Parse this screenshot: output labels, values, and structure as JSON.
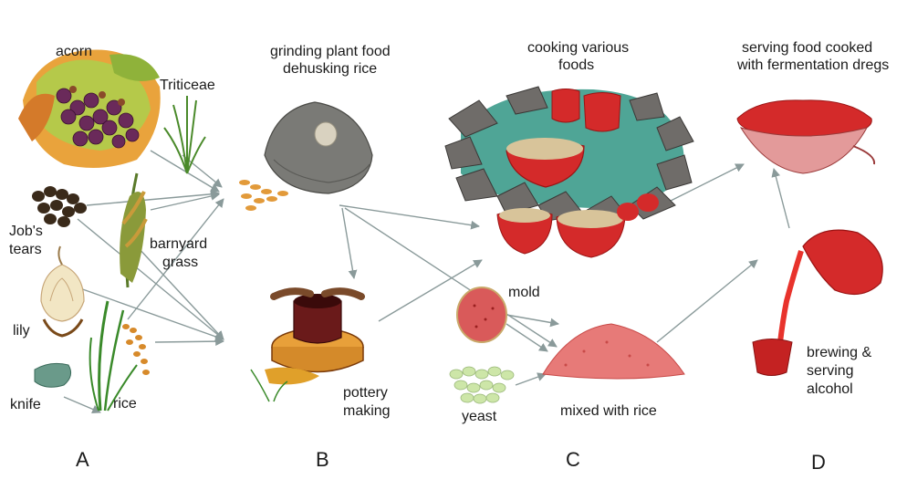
{
  "labels": {
    "acorn": "acorn",
    "triticeae": "Triticeae",
    "jobs_tears_line1": "Job's",
    "jobs_tears_line2": "tears",
    "barnyard_line1": "barnyard",
    "barnyard_line2": "grass",
    "lily": "lily",
    "knife": "knife",
    "rice": "rice",
    "grinding_line1": "grinding plant food",
    "grinding_line2": "dehusking rice",
    "pottery_line1": "pottery",
    "pottery_line2": "making",
    "cooking_line1": "cooking various",
    "cooking_line2": "foods",
    "mold": "mold",
    "yeast": "yeast",
    "mixed": "mixed with rice",
    "serving_line1": "serving food cooked",
    "serving_line2": "with fermentation dregs",
    "brewing_line1": "brewing &",
    "brewing_line2": "serving",
    "brewing_line3": "alcohol"
  },
  "panels": [
    "A",
    "B",
    "C",
    "D"
  ],
  "colors": {
    "arrow": "#8a9a9a",
    "red": "#d42a2a",
    "dark_red": "#9a1414",
    "water": "#4fa596",
    "stone": "#6f6c69",
    "rice_grain": "#d8c49a"
  }
}
